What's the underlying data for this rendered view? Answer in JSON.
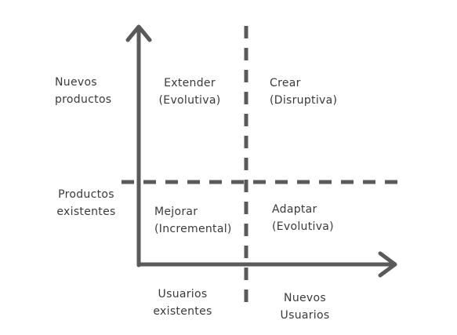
{
  "y_axis_labels": {
    "top": [
      "Nuevos",
      "productos"
    ],
    "bottom": [
      "Productos",
      "existentes"
    ]
  },
  "x_axis_labels": {
    "left": [
      "Usuarios",
      "existentes"
    ],
    "right": [
      "Nuevos",
      "Usuarios"
    ]
  },
  "quadrants": {
    "top_left": [
      "Extender",
      "(Evolutiva)"
    ],
    "top_right": [
      "Crear",
      "(Disruptiva)"
    ],
    "bottom_left": [
      "Mejorar",
      "(Incremental)"
    ],
    "bottom_right": [
      "Adaptar",
      "(Evolutiva)"
    ]
  },
  "colors": {
    "axis": "#5a5a5a",
    "text": "#3a3a3a"
  }
}
